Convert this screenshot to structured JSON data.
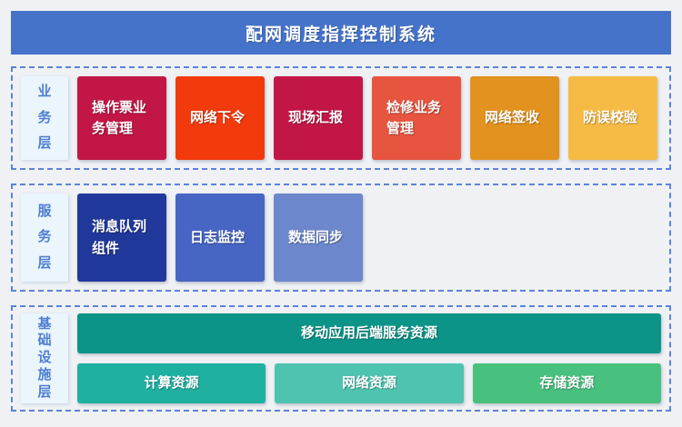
{
  "title": "配网调度指挥控制系统",
  "theme": {
    "page_bg": "#EFF1F4",
    "header_bg": "#4573C9",
    "section_border": "#5B84D6",
    "label_bg": "#EAF5FC",
    "label_text": "#4F7ED1",
    "block_text": "#FFFFFF"
  },
  "layers": [
    {
      "label": "业务层",
      "blocks": [
        {
          "name": "block-operation-ticket-management",
          "label": "操作票业务管理",
          "color": "#C21746"
        },
        {
          "name": "block-network-order",
          "label": "网络下令",
          "color": "#F23A0D"
        },
        {
          "name": "block-site-report",
          "label": "现场汇报",
          "color": "#C21746"
        },
        {
          "name": "block-maintenance-management",
          "label": "检修业务管理",
          "color": "#E75440"
        },
        {
          "name": "block-network-sign-off",
          "label": "网络签收",
          "color": "#E2921E"
        },
        {
          "name": "block-error-prevention-check",
          "label": "防误校验",
          "color": "#F6BB44"
        }
      ]
    },
    {
      "label": "服务层",
      "blocks": [
        {
          "name": "block-message-queue-component",
          "label": "消息队列组件",
          "color": "#21389B"
        },
        {
          "name": "block-log-monitoring",
          "label": "日志监控",
          "color": "#4765C3"
        },
        {
          "name": "block-data-sync",
          "label": "数据同步",
          "color": "#6D87CC"
        }
      ]
    },
    {
      "label": "基础设施层",
      "wide_blocks": [
        {
          "name": "block-mobile-backend-service-resource",
          "label": "移动应用后端服务资源",
          "color": "#0C9488"
        }
      ],
      "blocks": [
        {
          "name": "block-computing-resource",
          "label": "计算资源",
          "color": "#1FB0A0"
        },
        {
          "name": "block-network-resource",
          "label": "网络资源",
          "color": "#4EC3B0"
        },
        {
          "name": "block-storage-resource",
          "label": "存储资源",
          "color": "#47C17D"
        }
      ]
    }
  ]
}
